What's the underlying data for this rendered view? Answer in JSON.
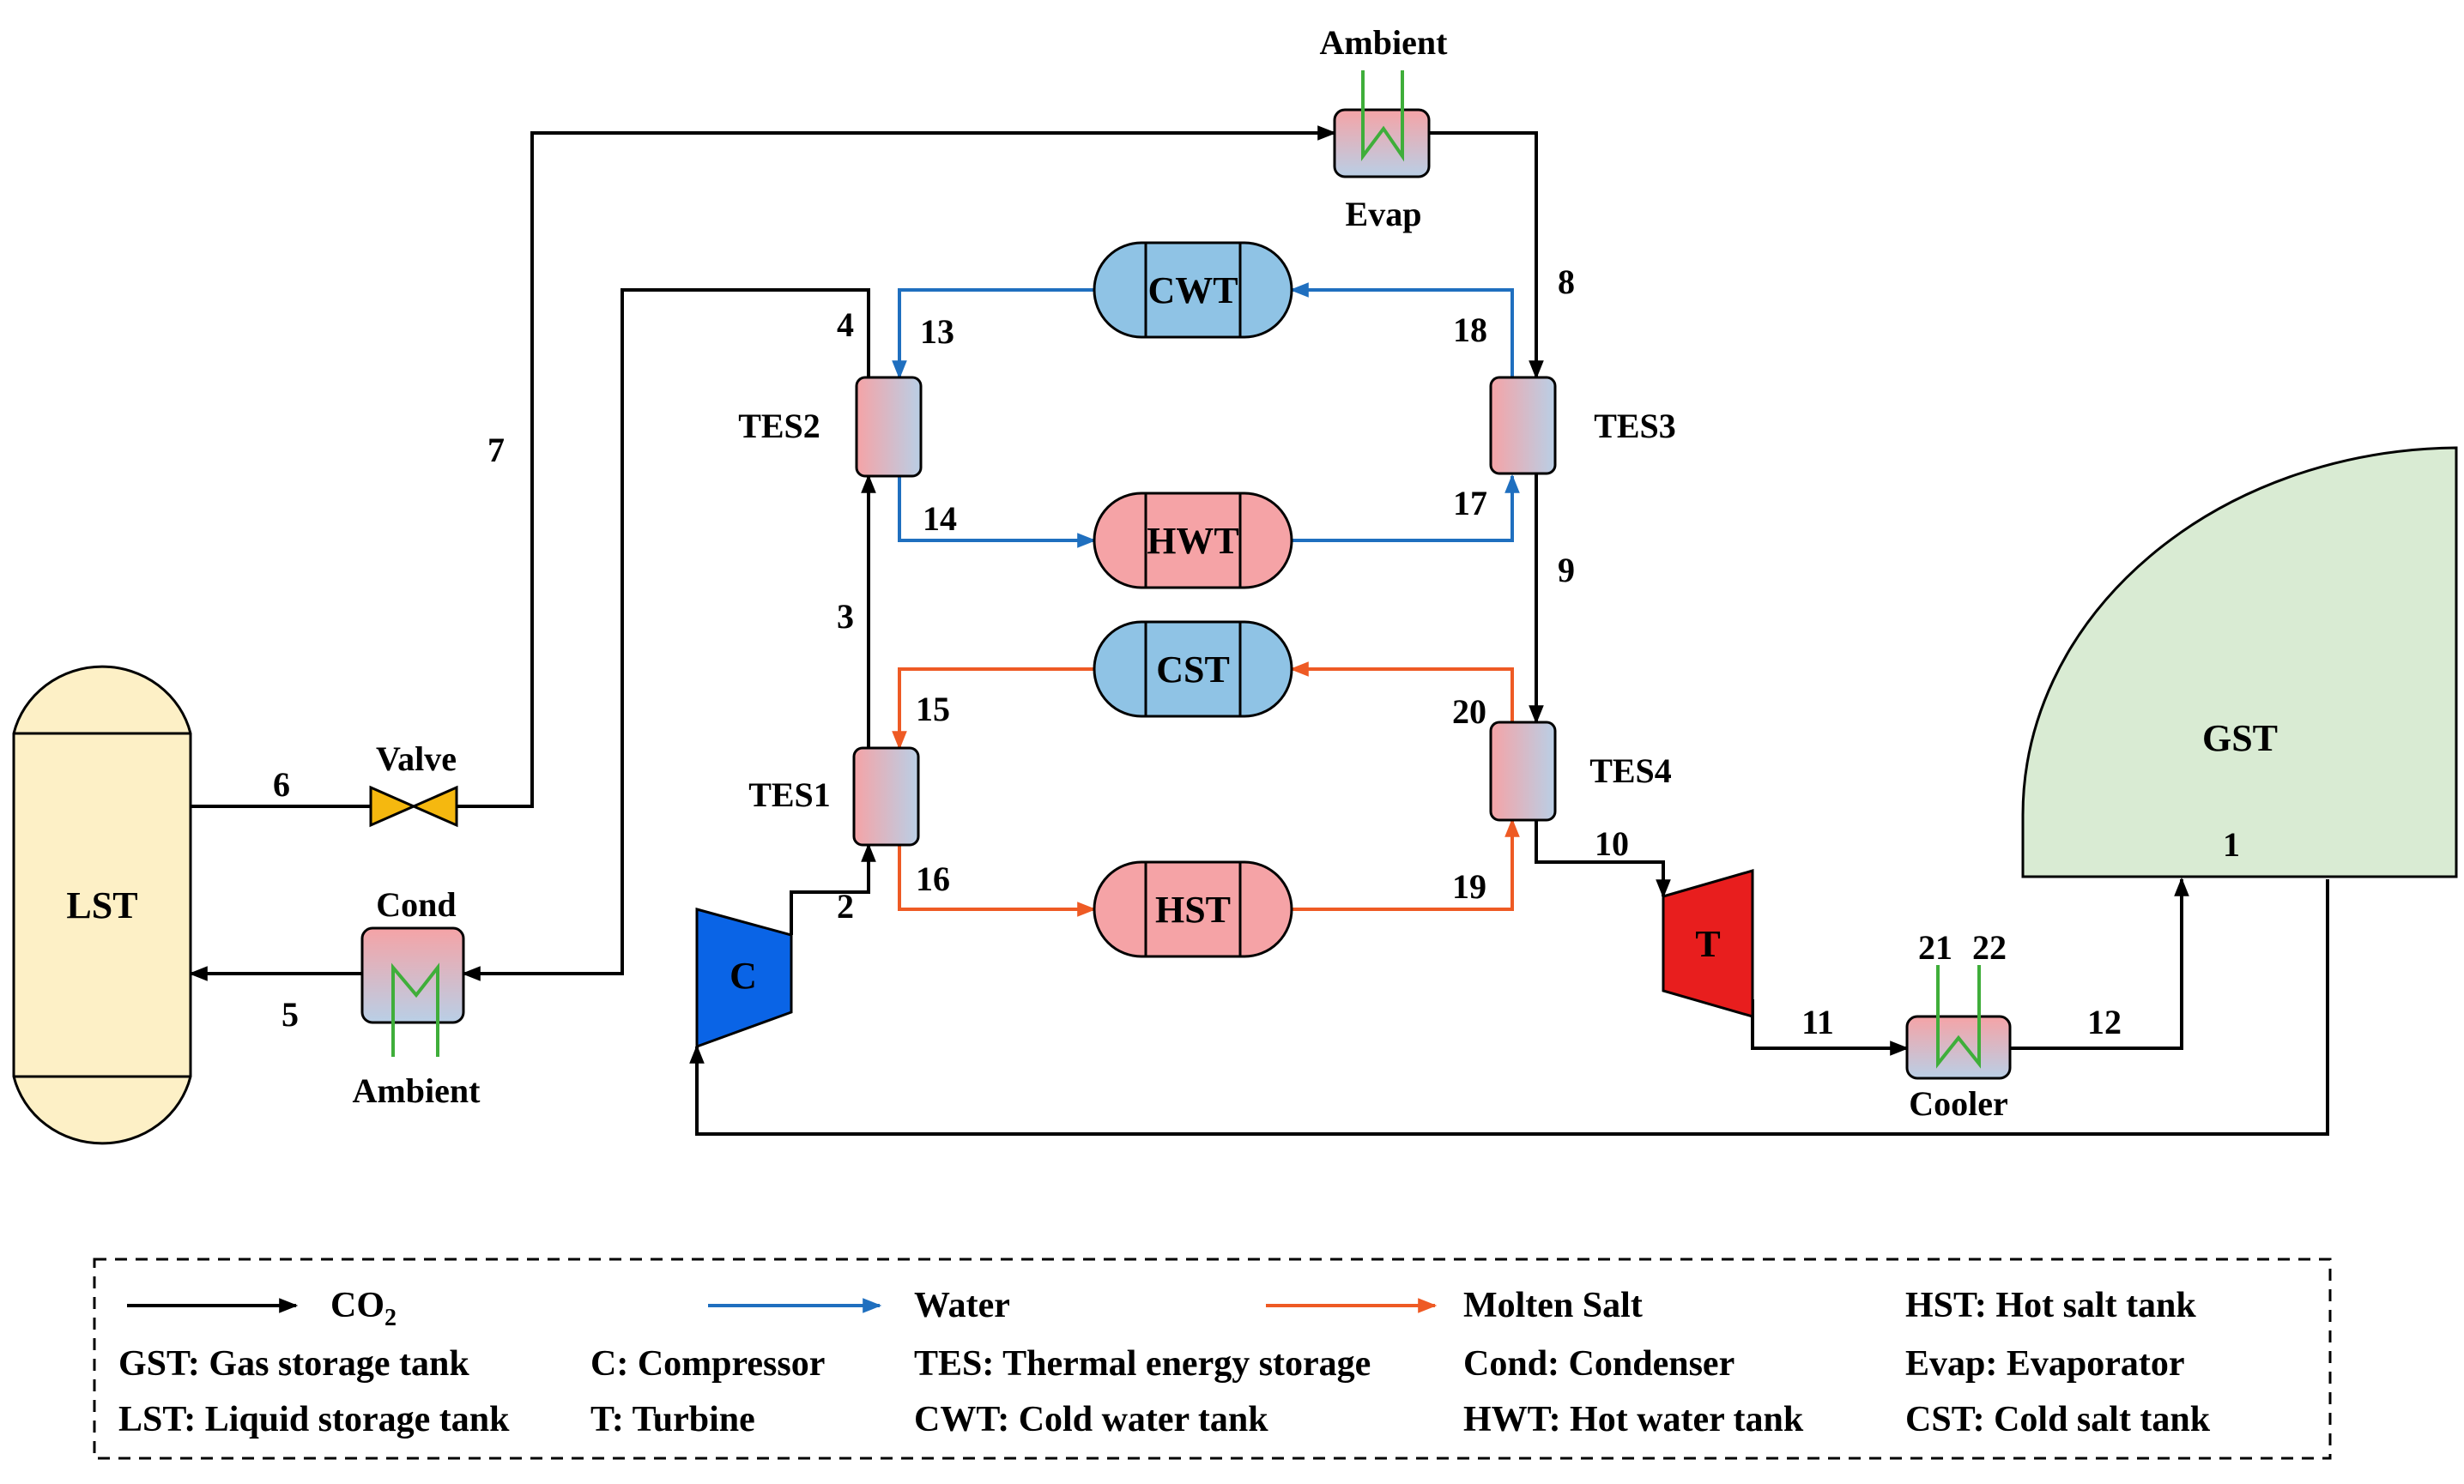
{
  "colors": {
    "co2": "#000000",
    "water": "#1f6fbf",
    "molten_salt": "#ee5a24",
    "lst_fill": "#fdf0c6",
    "gst_fill": "#d9ebd3",
    "cold_tank": "#8fc3e5",
    "hot_tank": "#f5a3a6",
    "compressor": "#0a64e6",
    "turbine": "#e81e1e",
    "valve": "#f5b80f",
    "coil": "#3fae3a"
  },
  "equipment": {
    "lst": "LST",
    "gst": "GST",
    "cwt": "CWT",
    "hwt": "HWT",
    "cst": "CST",
    "hst": "HST",
    "tes1": "TES1",
    "tes2": "TES2",
    "tes3": "TES3",
    "tes4": "TES4",
    "compressor": "C",
    "turbine": "T",
    "valve": "Valve",
    "cond": "Cond",
    "evap": "Evap",
    "cooler": "Cooler",
    "ambient_top": "Ambient",
    "ambient_bottom": "Ambient"
  },
  "streams": {
    "s1": "1",
    "s2": "2",
    "s3": "3",
    "s4": "4",
    "s5": "5",
    "s6": "6",
    "s7": "7",
    "s8": "8",
    "s9": "9",
    "s10": "10",
    "s11": "11",
    "s12": "12",
    "s13": "13",
    "s14": "14",
    "s15": "15",
    "s16": "16",
    "s17": "17",
    "s18": "18",
    "s19": "19",
    "s20": "20",
    "s21": "21",
    "s22": "22"
  },
  "legend": {
    "co2_main": "CO",
    "co2_sub": "2",
    "water": "Water",
    "molten_salt": "Molten Salt",
    "hst": "HST: Hot salt  tank",
    "gst": "GST: Gas storage tank",
    "c": "C: Compressor",
    "tes": "TES: Thermal energy storage",
    "cond": "Cond: Condenser",
    "evap": "Evap: Evaporator",
    "lst": "LST: Liquid storage tank",
    "t": "T: Turbine",
    "cwt": "CWT: Cold water  tank",
    "hwt": "HWT: Hot water tank",
    "cst": "CST: Cold salt  tank"
  }
}
